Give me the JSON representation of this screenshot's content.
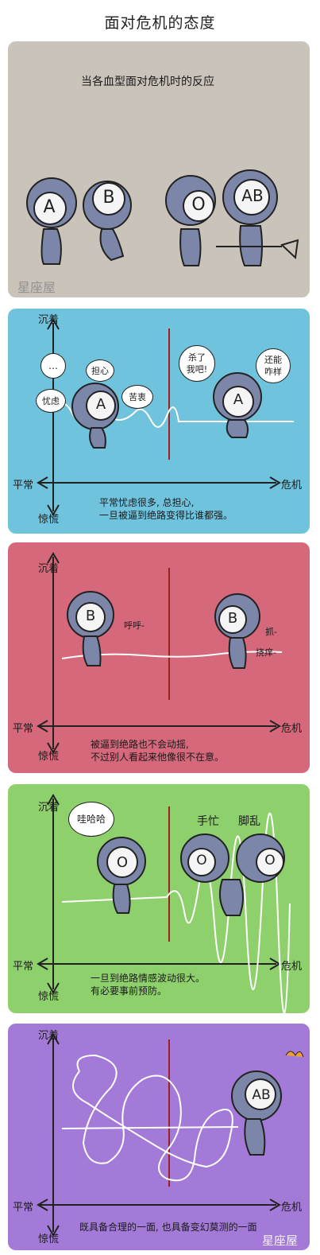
{
  "title": "面对危机的态度",
  "intro": {
    "heading": "当各血型面对危机时的反应",
    "types": [
      "A",
      "B",
      "O",
      "AB"
    ],
    "watermark": "星座屋"
  },
  "axis": {
    "top": "沉着",
    "bottom": "惊慌",
    "left": "平常",
    "right": "危机"
  },
  "panels": [
    {
      "type": "A",
      "bg": "#6fc3dc",
      "bubbles": [
        "…",
        "担心",
        "忧虑",
        "苦衷",
        "杀了\n我吧!",
        "还能\n咋样"
      ],
      "caption_line1": "平常忧虑很多, 总担心,",
      "caption_line2": "一旦被逼到绝路变得比谁都强。"
    },
    {
      "type": "B",
      "bg": "#d5687a",
      "labels": [
        "呼呼-",
        "抓-",
        "挠痒-"
      ],
      "caption_line1": "被逼到绝路也不会动摇,",
      "caption_line2": "不过别人看起来他像很不在意。"
    },
    {
      "type": "O",
      "bg": "#8ed06c",
      "bubbles": [
        "哇哈哈"
      ],
      "labels": [
        "手忙",
        "脚乱"
      ],
      "caption_line1": "一旦到绝路情感波动很大。",
      "caption_line2": "有必要事前预防。"
    },
    {
      "type": "AB",
      "bg": "#a37ad8",
      "caption_line1": "既具备合理的一面, 也具备变幻莫测的一面"
    }
  ],
  "footer_watermark": "星座屋"
}
